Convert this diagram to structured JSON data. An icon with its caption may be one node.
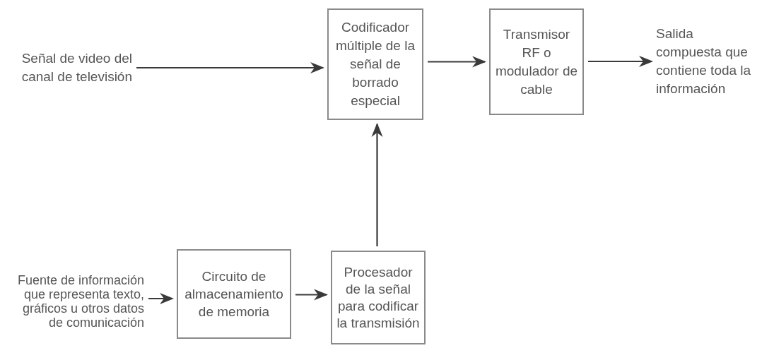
{
  "diagram": {
    "nodes": [
      {
        "text": [
          "Señal de video del canal de televisión"
        ]
      },
      {
        "text": [
          "Codificador múltiple de la señal de borrado especial"
        ]
      },
      {
        "text": [
          "Transmisor RF o modulador de cable"
        ]
      },
      {
        "text": [
          "Salida compuesta que contiene toda la información"
        ]
      },
      {
        "text": [
          "Fuente de información que representa texto, gráficos u otros datos de comunicación"
        ]
      },
      {
        "text": [
          "Circuito de almacenamiento de memoria"
        ]
      },
      {
        "text": [
          "Procesador de la señal para codificar la transmisión"
        ]
      }
    ],
    "edges": [
      {
        "from": 0,
        "to": 1,
        "arrow": "to"
      },
      {
        "from": 1,
        "to": 2,
        "arrow": "to"
      },
      {
        "from": 2,
        "to": 3,
        "arrow": "to"
      },
      {
        "from": 4,
        "to": 5,
        "arrow": "to"
      },
      {
        "from": 5,
        "to": 6,
        "arrow": "to"
      },
      {
        "from": 6,
        "to": 1,
        "arrow": "to"
      }
    ]
  }
}
